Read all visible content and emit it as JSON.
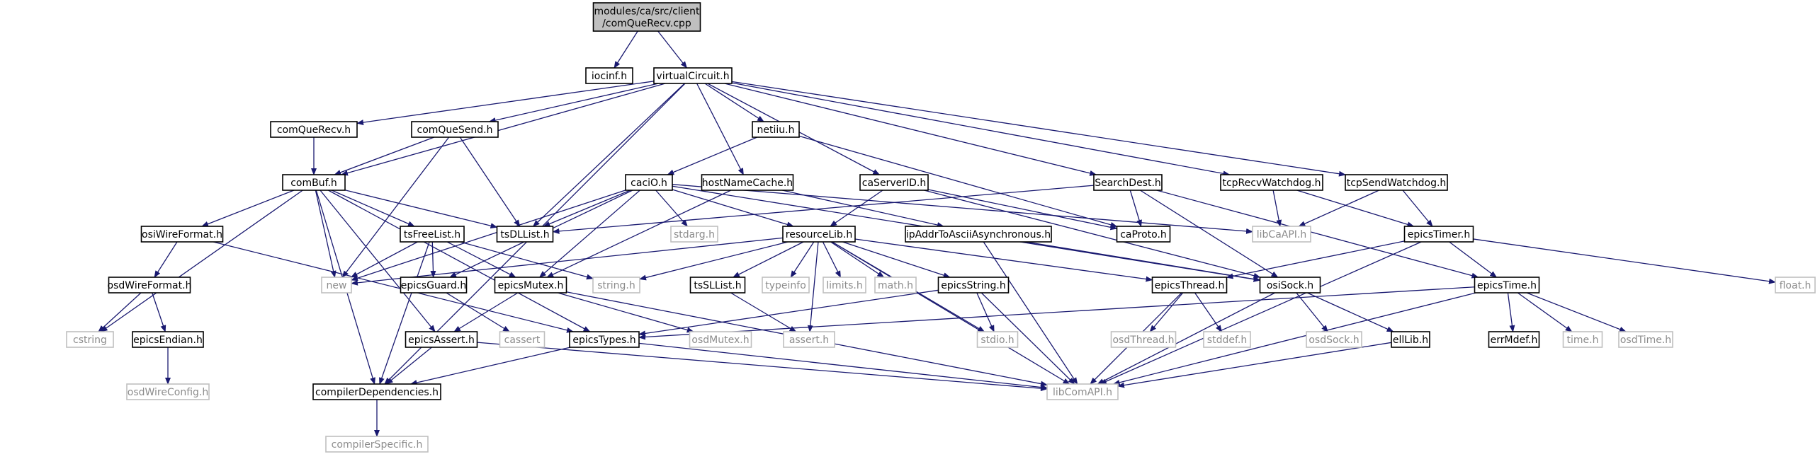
{
  "diagram": {
    "colors": {
      "edge": "#191970",
      "root_fill": "#bfbfbf",
      "node_border": "#000000",
      "external_border": "#bfbfbf",
      "external_text": "#8c8c8c"
    },
    "nodes": [
      {
        "id": "root",
        "label": [
          "modules/ca/src/client",
          "/comQueRecv.cpp"
        ],
        "kind": "root"
      },
      {
        "id": "iocinf",
        "label": [
          "iocinf.h"
        ],
        "kind": "header"
      },
      {
        "id": "virtualCircuit",
        "label": [
          "virtualCircuit.h"
        ],
        "kind": "header"
      },
      {
        "id": "comQueRecvH",
        "label": [
          "comQueRecv.h"
        ],
        "kind": "header"
      },
      {
        "id": "comQueSend",
        "label": [
          "comQueSend.h"
        ],
        "kind": "header"
      },
      {
        "id": "netiiu",
        "label": [
          "netiiu.h"
        ],
        "kind": "header"
      },
      {
        "id": "comBuf",
        "label": [
          "comBuf.h"
        ],
        "kind": "header"
      },
      {
        "id": "caciO",
        "label": [
          "caciO.h"
        ],
        "kind": "header"
      },
      {
        "id": "hostNameCache",
        "label": [
          "hostNameCache.h"
        ],
        "kind": "header"
      },
      {
        "id": "caServerID",
        "label": [
          "caServerID.h"
        ],
        "kind": "header"
      },
      {
        "id": "SearchDest",
        "label": [
          "SearchDest.h"
        ],
        "kind": "header"
      },
      {
        "id": "tcpRecvWatchdog",
        "label": [
          "tcpRecvWatchdog.h"
        ],
        "kind": "header"
      },
      {
        "id": "tcpSendWatchdog",
        "label": [
          "tcpSendWatchdog.h"
        ],
        "kind": "header"
      },
      {
        "id": "osiWireFormat",
        "label": [
          "osiWireFormat.h"
        ],
        "kind": "header"
      },
      {
        "id": "tsFreeList",
        "label": [
          "tsFreeList.h"
        ],
        "kind": "header"
      },
      {
        "id": "tsDLList",
        "label": [
          "tsDLList.h"
        ],
        "kind": "header"
      },
      {
        "id": "stdarg",
        "label": [
          "stdarg.h"
        ],
        "kind": "external"
      },
      {
        "id": "resourceLib",
        "label": [
          "resourceLib.h"
        ],
        "kind": "header"
      },
      {
        "id": "ipAddr",
        "label": [
          "ipAddrToAsciiAsynchronous.h"
        ],
        "kind": "header"
      },
      {
        "id": "caProto",
        "label": [
          "caProto.h"
        ],
        "kind": "header"
      },
      {
        "id": "libCaAPI",
        "label": [
          "libCaAPI.h"
        ],
        "kind": "external"
      },
      {
        "id": "epicsTimer",
        "label": [
          "epicsTimer.h"
        ],
        "kind": "header"
      },
      {
        "id": "floatH",
        "label": [
          "float.h"
        ],
        "kind": "external"
      },
      {
        "id": "osdWireFormat",
        "label": [
          "osdWireFormat.h"
        ],
        "kind": "header"
      },
      {
        "id": "newH",
        "label": [
          "new"
        ],
        "kind": "external"
      },
      {
        "id": "epicsGuard",
        "label": [
          "epicsGuard.h"
        ],
        "kind": "header"
      },
      {
        "id": "epicsMutex",
        "label": [
          "epicsMutex.h"
        ],
        "kind": "header"
      },
      {
        "id": "stringH",
        "label": [
          "string.h"
        ],
        "kind": "external"
      },
      {
        "id": "tsSLList",
        "label": [
          "tsSLList.h"
        ],
        "kind": "header"
      },
      {
        "id": "typeinfo",
        "label": [
          "typeinfo"
        ],
        "kind": "external"
      },
      {
        "id": "limits",
        "label": [
          "limits.h"
        ],
        "kind": "external"
      },
      {
        "id": "mathH",
        "label": [
          "math.h"
        ],
        "kind": "external"
      },
      {
        "id": "epicsString",
        "label": [
          "epicsString.h"
        ],
        "kind": "header"
      },
      {
        "id": "epicsThread",
        "label": [
          "epicsThread.h"
        ],
        "kind": "header"
      },
      {
        "id": "osiSock",
        "label": [
          "osiSock.h"
        ],
        "kind": "header"
      },
      {
        "id": "epicsTime",
        "label": [
          "epicsTime.h"
        ],
        "kind": "header"
      },
      {
        "id": "cstring",
        "label": [
          "cstring"
        ],
        "kind": "external"
      },
      {
        "id": "epicsEndian",
        "label": [
          "epicsEndian.h"
        ],
        "kind": "header"
      },
      {
        "id": "epicsAssert",
        "label": [
          "epicsAssert.h"
        ],
        "kind": "header"
      },
      {
        "id": "cassert",
        "label": [
          "cassert"
        ],
        "kind": "external"
      },
      {
        "id": "epicsTypes",
        "label": [
          "epicsTypes.h"
        ],
        "kind": "header"
      },
      {
        "id": "osdMutex",
        "label": [
          "osdMutex.h"
        ],
        "kind": "external"
      },
      {
        "id": "assertH",
        "label": [
          "assert.h"
        ],
        "kind": "external"
      },
      {
        "id": "stdio",
        "label": [
          "stdio.h"
        ],
        "kind": "external"
      },
      {
        "id": "osdThread",
        "label": [
          "osdThread.h"
        ],
        "kind": "external"
      },
      {
        "id": "stddef",
        "label": [
          "stddef.h"
        ],
        "kind": "external"
      },
      {
        "id": "osdSock",
        "label": [
          "osdSock.h"
        ],
        "kind": "external"
      },
      {
        "id": "ellLib",
        "label": [
          "ellLib.h"
        ],
        "kind": "header"
      },
      {
        "id": "errMdef",
        "label": [
          "errMdef.h"
        ],
        "kind": "header"
      },
      {
        "id": "timeH",
        "label": [
          "time.h"
        ],
        "kind": "external"
      },
      {
        "id": "osdTime",
        "label": [
          "osdTime.h"
        ],
        "kind": "external"
      },
      {
        "id": "osdWireConfig",
        "label": [
          "osdWireConfig.h"
        ],
        "kind": "external"
      },
      {
        "id": "compilerDep",
        "label": [
          "compilerDependencies.h"
        ],
        "kind": "header"
      },
      {
        "id": "libComAPI",
        "label": [
          "libComAPI.h"
        ],
        "kind": "external"
      },
      {
        "id": "compilerSpecific",
        "label": [
          "compilerSpecific.h"
        ],
        "kind": "external"
      }
    ],
    "edges": [
      [
        "root",
        "iocinf"
      ],
      [
        "root",
        "virtualCircuit"
      ],
      [
        "virtualCircuit",
        "comQueRecvH"
      ],
      [
        "virtualCircuit",
        "comQueSend"
      ],
      [
        "virtualCircuit",
        "netiiu"
      ],
      [
        "virtualCircuit",
        "comBuf"
      ],
      [
        "virtualCircuit",
        "hostNameCache"
      ],
      [
        "virtualCircuit",
        "caServerID"
      ],
      [
        "virtualCircuit",
        "SearchDest"
      ],
      [
        "virtualCircuit",
        "tcpRecvWatchdog"
      ],
      [
        "virtualCircuit",
        "tcpSendWatchdog"
      ],
      [
        "virtualCircuit",
        "tsDLList"
      ],
      [
        "virtualCircuit",
        "compilerDep"
      ],
      [
        "comQueRecvH",
        "comBuf"
      ],
      [
        "comQueSend",
        "comBuf"
      ],
      [
        "comQueSend",
        "tsDLList"
      ],
      [
        "comQueSend",
        "newH"
      ],
      [
        "netiiu",
        "caciO"
      ],
      [
        "netiiu",
        "caProto"
      ],
      [
        "comBuf",
        "osiWireFormat"
      ],
      [
        "comBuf",
        "tsFreeList"
      ],
      [
        "comBuf",
        "tsDLList"
      ],
      [
        "comBuf",
        "newH"
      ],
      [
        "comBuf",
        "cstring"
      ],
      [
        "comBuf",
        "epicsAssert"
      ],
      [
        "comBuf",
        "epicsTypes"
      ],
      [
        "comBuf",
        "compilerDep"
      ],
      [
        "caciO",
        "tsDLList"
      ],
      [
        "caciO",
        "stdarg"
      ],
      [
        "caciO",
        "resourceLib"
      ],
      [
        "caciO",
        "newH"
      ],
      [
        "caciO",
        "epicsGuard"
      ],
      [
        "caciO",
        "epicsMutex"
      ],
      [
        "caciO",
        "libCaAPI"
      ],
      [
        "caciO",
        "osiSock"
      ],
      [
        "hostNameCache",
        "ipAddr"
      ],
      [
        "hostNameCache",
        "epicsMutex"
      ],
      [
        "caServerID",
        "resourceLib"
      ],
      [
        "caServerID",
        "caProto"
      ],
      [
        "caServerID",
        "osiSock"
      ],
      [
        "SearchDest",
        "tsDLList"
      ],
      [
        "SearchDest",
        "caProto"
      ],
      [
        "SearchDest",
        "epicsTime"
      ],
      [
        "SearchDest",
        "osiSock"
      ],
      [
        "tcpRecvWatchdog",
        "libCaAPI"
      ],
      [
        "tcpRecvWatchdog",
        "epicsTimer"
      ],
      [
        "tcpSendWatchdog",
        "libCaAPI"
      ],
      [
        "tcpSendWatchdog",
        "epicsTimer"
      ],
      [
        "osiWireFormat",
        "osdWireFormat"
      ],
      [
        "osiWireFormat",
        "epicsTypes"
      ],
      [
        "osdWireFormat",
        "cstring"
      ],
      [
        "osdWireFormat",
        "epicsEndian"
      ],
      [
        "epicsEndian",
        "osdWireConfig"
      ],
      [
        "tsFreeList",
        "newH"
      ],
      [
        "tsFreeList",
        "epicsGuard"
      ],
      [
        "tsFreeList",
        "epicsMutex"
      ],
      [
        "tsFreeList",
        "stringH"
      ],
      [
        "tsFreeList",
        "compilerDep"
      ],
      [
        "resourceLib",
        "newH"
      ],
      [
        "resourceLib",
        "stringH"
      ],
      [
        "resourceLib",
        "tsSLList"
      ],
      [
        "resourceLib",
        "typeinfo"
      ],
      [
        "resourceLib",
        "limits"
      ],
      [
        "resourceLib",
        "mathH"
      ],
      [
        "resourceLib",
        "epicsString"
      ],
      [
        "resourceLib",
        "assertH"
      ],
      [
        "resourceLib",
        "stdio"
      ],
      [
        "resourceLib",
        "epicsThread"
      ],
      [
        "resourceLib",
        "libComAPI"
      ],
      [
        "ipAddr",
        "osiSock"
      ],
      [
        "ipAddr",
        "libComAPI"
      ],
      [
        "epicsTimer",
        "epicsThread"
      ],
      [
        "epicsTimer",
        "epicsTime"
      ],
      [
        "epicsTimer",
        "floatH"
      ],
      [
        "epicsTimer",
        "libComAPI"
      ],
      [
        "epicsGuard",
        "cassert"
      ],
      [
        "epicsMutex",
        "epicsAssert"
      ],
      [
        "epicsMutex",
        "osdMutex"
      ],
      [
        "epicsMutex",
        "libComAPI"
      ],
      [
        "tsSLList",
        "assertH"
      ],
      [
        "epicsString",
        "epicsTypes"
      ],
      [
        "epicsString",
        "stdio"
      ],
      [
        "epicsString",
        "libComAPI"
      ],
      [
        "epicsThread",
        "osdThread"
      ],
      [
        "epicsThread",
        "stddef"
      ],
      [
        "epicsThread",
        "libComAPI"
      ],
      [
        "osiSock",
        "osdSock"
      ],
      [
        "osiSock",
        "ellLib"
      ],
      [
        "osiSock",
        "libComAPI"
      ],
      [
        "epicsTime",
        "errMdef"
      ],
      [
        "epicsTime",
        "timeH"
      ],
      [
        "epicsTime",
        "osdTime"
      ],
      [
        "epicsTime",
        "epicsTypes"
      ],
      [
        "epicsTime",
        "libComAPI"
      ],
      [
        "ellLib",
        "libComAPI"
      ],
      [
        "epicsAssert",
        "compilerDep"
      ],
      [
        "epicsAssert",
        "libComAPI"
      ],
      [
        "epicsTypes",
        "compilerDep"
      ],
      [
        "epicsTypes",
        "libComAPI"
      ],
      [
        "compilerDep",
        "compilerSpecific"
      ]
    ]
  }
}
